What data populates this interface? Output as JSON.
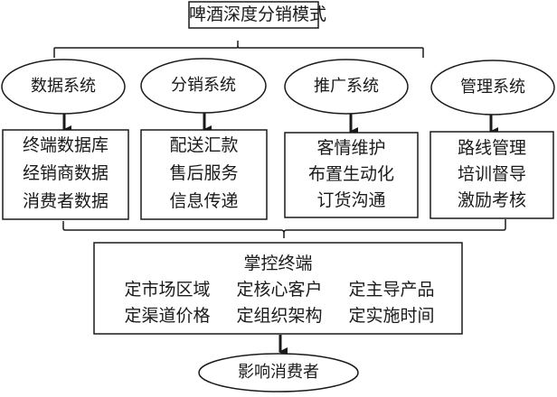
{
  "diagram": {
    "title": "啤酒深度分销模式",
    "systems": [
      {
        "name": "数据系统",
        "items": [
          "终端数据库",
          "经销商数据",
          "消费者数据"
        ]
      },
      {
        "name": "分销系统",
        "items": [
          "配送汇款",
          "售后服务",
          "信息传递"
        ]
      },
      {
        "name": "推广系统",
        "items": [
          "客情维护",
          "布置生动化",
          "订货沟通"
        ]
      },
      {
        "name": "管理系统",
        "items": [
          "路线管理",
          "培训督导",
          "激励考核"
        ]
      }
    ],
    "control": {
      "title": "掌控终端",
      "rows": [
        [
          "定市场区域",
          "定核心客户",
          "定主导产品"
        ],
        [
          "定渠道价格",
          "定组织架构",
          "定实施时间"
        ]
      ]
    },
    "outcome": "影响消费者",
    "colors": {
      "line": "#1a1a1a",
      "fill": "#ffffff",
      "text": "#1a1a1a"
    }
  }
}
